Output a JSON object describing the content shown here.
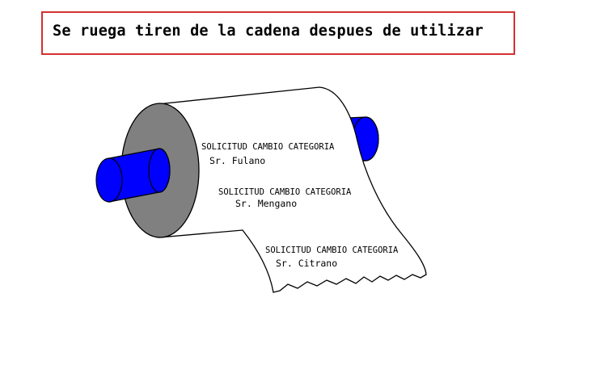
{
  "banner": {
    "text": "Se ruega tiren de la cadena despues de utilizar",
    "border_color": "#d43030"
  },
  "colors": {
    "core": "#0000ff",
    "roll_side": "#808080",
    "paper": "#ffffff",
    "outline": "#000000"
  },
  "sheets": [
    {
      "title": "SOLICITUD CAMBIO CATEGORIA",
      "name": "Sr. Fulano"
    },
    {
      "title": "SOLICITUD CAMBIO CATEGORIA",
      "name": "Sr. Mengano"
    },
    {
      "title": "SOLICITUD CAMBIO CATEGORIA",
      "name": "Sr. Citrano"
    }
  ]
}
